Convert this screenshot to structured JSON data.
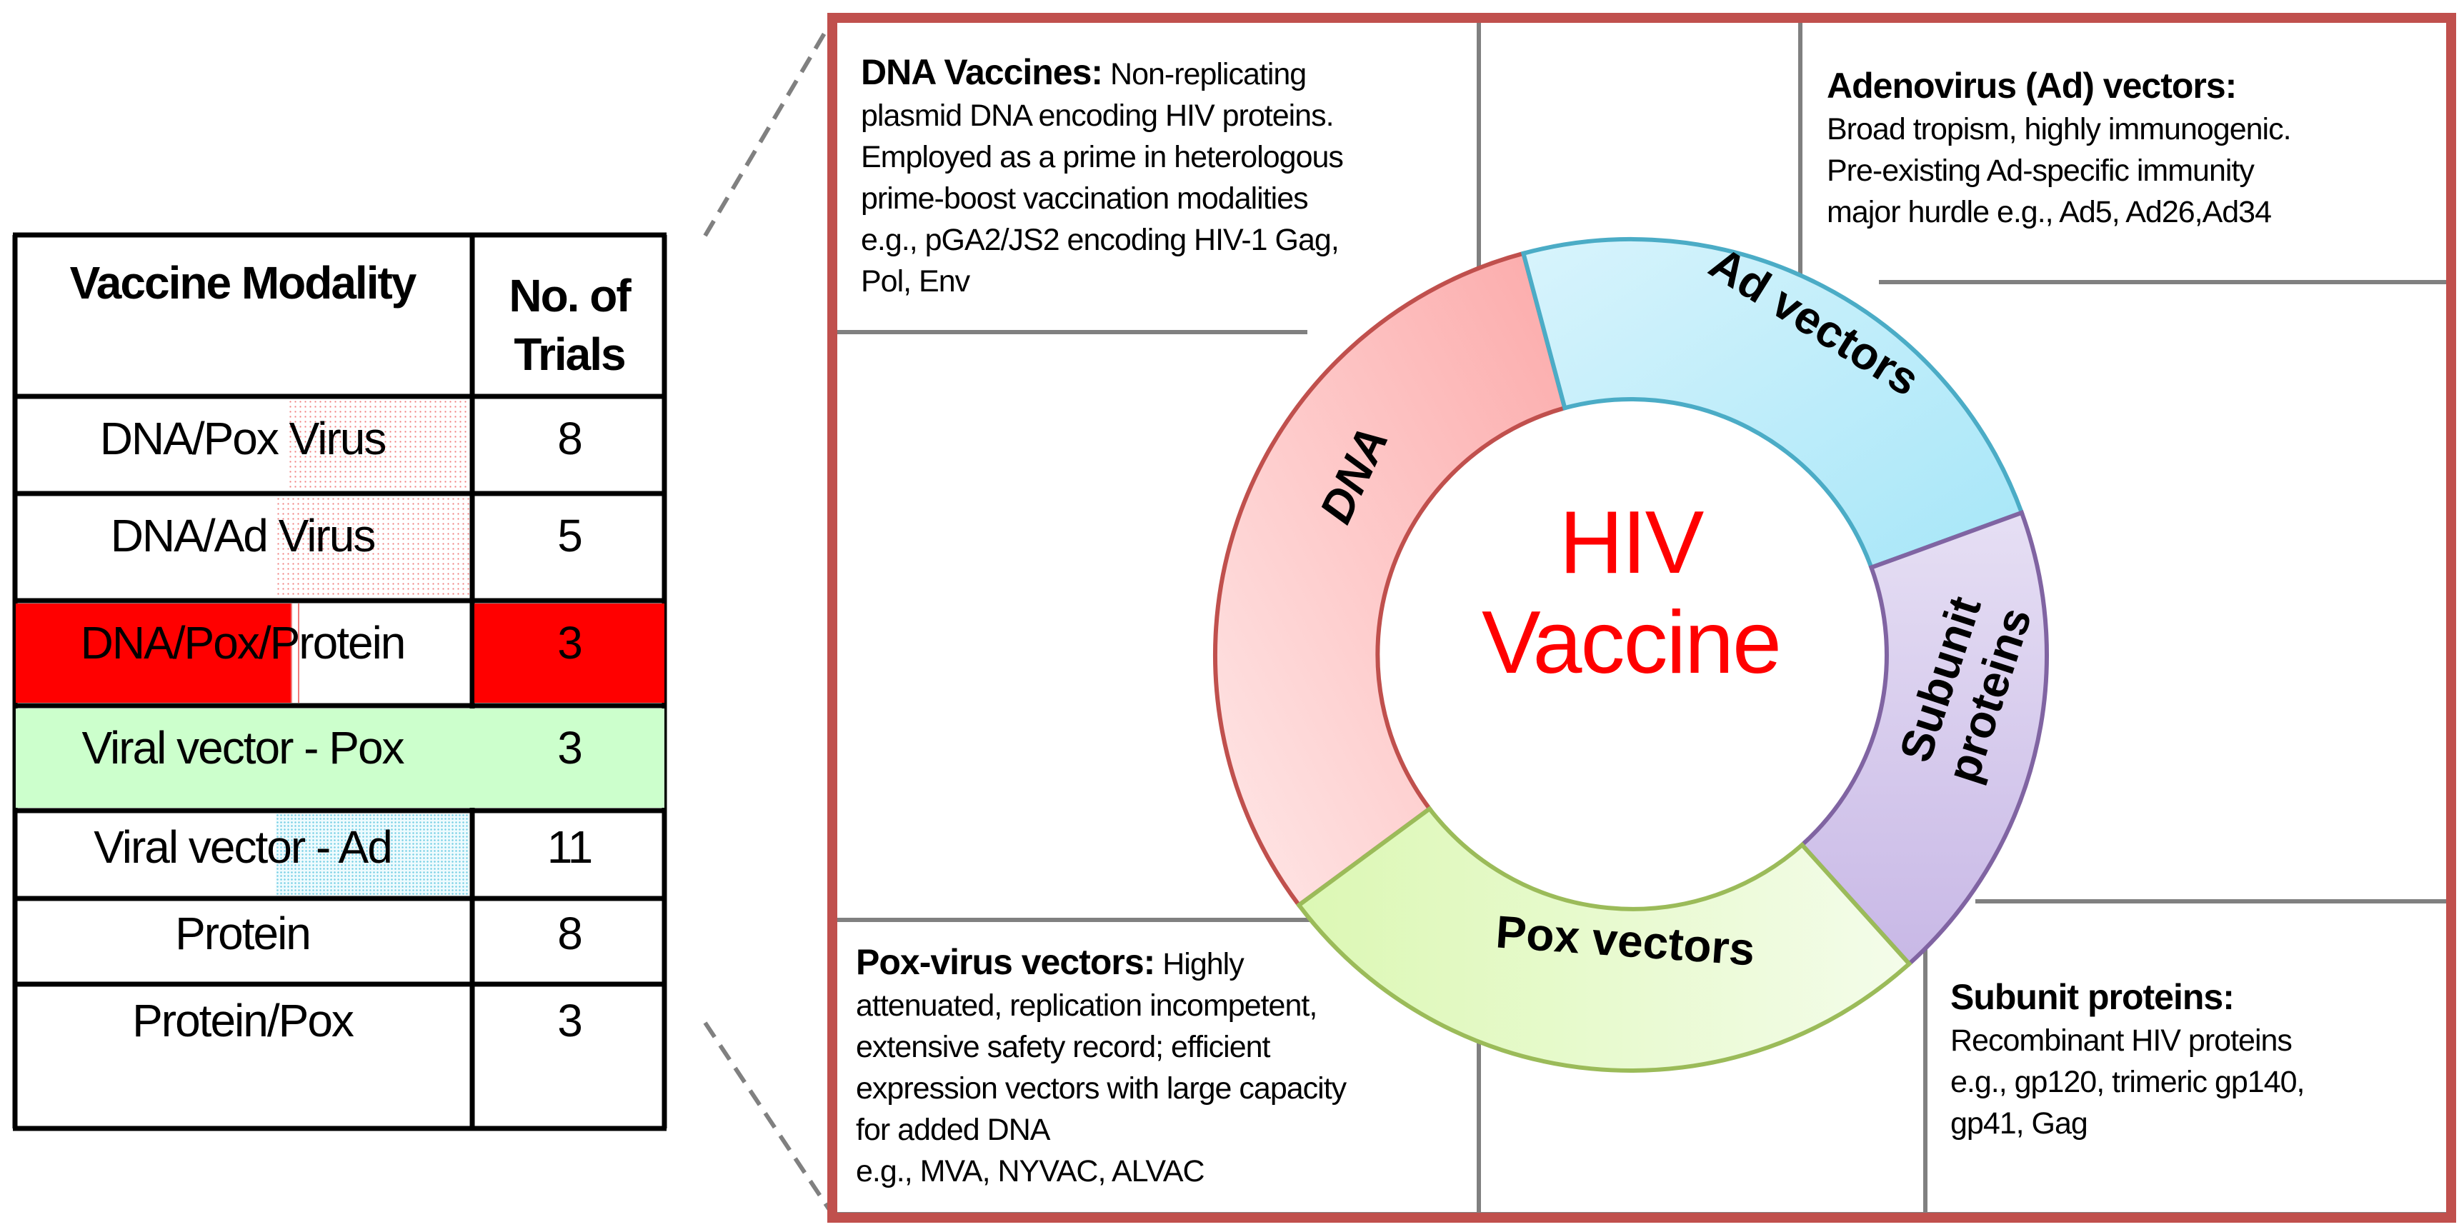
{
  "table": {
    "headers": {
      "modality": "Vaccine Modality",
      "trials_line1": "No. of",
      "trials_line2": "Trials"
    },
    "rows": [
      {
        "modality": "DNA/Pox Virus",
        "trials": "8"
      },
      {
        "modality": "DNA/Ad Virus",
        "trials": "5"
      },
      {
        "modality": "DNA/Pox/Protein",
        "trials": "3"
      },
      {
        "modality": "Viral vector - Pox",
        "trials": "3"
      },
      {
        "modality": "Viral vector - Ad",
        "trials": "11"
      },
      {
        "modality": "Protein",
        "trials": "8"
      },
      {
        "modality": "Protein/Pox",
        "trials": "3"
      }
    ],
    "colors": {
      "dna_pox_protein": "#ff0000",
      "viral_vector_pox": "#ccffcc",
      "dotted_red": "#f07a7a",
      "dotted_blue": "#7dd1e6"
    }
  },
  "diagram": {
    "center_title_line1": "HIV",
    "center_title_line2": "Vaccine",
    "center_color": "#ff0000",
    "frame_color": "#c0504d",
    "segments": [
      {
        "label": "DNA",
        "fill": "#fcc8c8",
        "stroke": "#c0504d"
      },
      {
        "label": "Ad vectors",
        "fill": "#bdeefa",
        "stroke": "#4bacc6"
      },
      {
        "label_line1": "Subunit",
        "label_line2": "proteins",
        "fill": "#d5c8ec",
        "stroke": "#8064a2"
      },
      {
        "label": "Pox vectors",
        "fill": "#e6f8cc",
        "stroke": "#9bbb59"
      }
    ]
  },
  "descriptions": {
    "dna": {
      "title": "DNA Vaccines:",
      "text_first": " Non-replicating",
      "lines": [
        "plasmid DNA encoding HIV proteins.",
        "Employed as a prime in heterologous",
        "prime-boost vaccination modalities",
        "e.g., pGA2/JS2 encoding HIV-1 Gag,",
        "Pol, Env"
      ]
    },
    "adenovirus": {
      "title": "Adenovirus (Ad)  vectors:",
      "lines": [
        "Broad tropism, highly immunogenic.",
        "Pre-existing Ad-specific immunity",
        "major hurdle e.g., Ad5, Ad26,Ad34"
      ]
    },
    "poxvirus": {
      "title": "Pox-virus vectors:",
      "text_first": " Highly",
      "lines": [
        "attenuated, replication incompetent,",
        "extensive safety record; efficient",
        "expression vectors with large capacity",
        "for added DNA",
        "e.g., MVA, NYVAC, ALVAC"
      ]
    },
    "subunit": {
      "title": "Subunit proteins:",
      "lines": [
        "Recombinant HIV  proteins",
        "e.g., gp120, trimeric gp140,",
        "gp41, Gag"
      ]
    }
  }
}
